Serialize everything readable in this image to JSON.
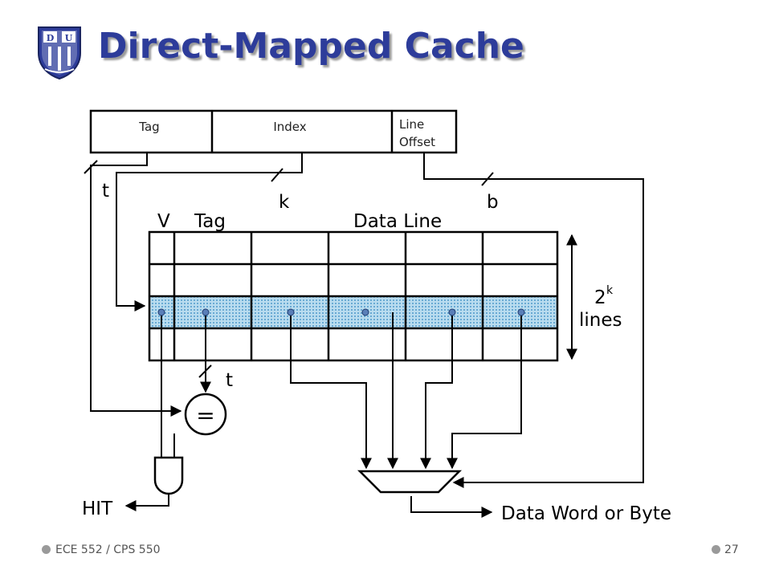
{
  "title": "Direct-Mapped Cache",
  "logo": {
    "icon": "university-crest-icon",
    "letters_left": "D",
    "letters_right": "U"
  },
  "address": {
    "tag": "Tag",
    "index": "Index",
    "offset_line1": "Line",
    "offset_line2": "Offset"
  },
  "bus_labels": {
    "tag_width": "t",
    "index_width": "k",
    "offset_width": "b",
    "compare_width": "t"
  },
  "columns": {
    "valid": "V",
    "tag": "Tag",
    "data": "Data Line"
  },
  "lines_count": {
    "base": "2",
    "exp": "k",
    "word": "lines"
  },
  "comparator": "=",
  "outputs": {
    "hit": "HIT",
    "data": "Data Word or Byte"
  },
  "footer": {
    "course": "ECE 552 / CPS 550",
    "page": "27"
  },
  "colors": {
    "title": "#2d3c9a",
    "line": "#000000",
    "highlight_fill": "#b9dcef",
    "highlight_dots": "#2f86c0",
    "tap_dot": "#5a7fb8"
  }
}
